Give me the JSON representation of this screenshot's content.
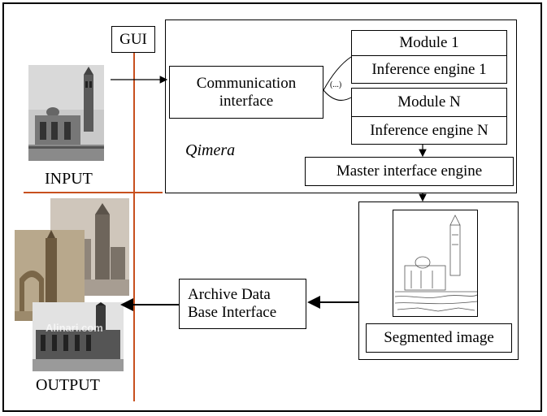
{
  "gui_label": "GUI",
  "input_label": "INPUT",
  "output_label": "OUTPUT",
  "system_name": "Qimera",
  "communication_interface": "Communication interface",
  "module_1": "Module 1",
  "inference_engine_1": "Inference engine 1",
  "ellipsis": "(...)",
  "module_n": "Module N",
  "inference_engine_n": "Inference engine N",
  "master_interface_engine": "Master interface engine",
  "segmented_image": "Segmented image",
  "archive_interface": "Archive Data Base Interface",
  "watermark": "Alinari.com",
  "colors": {
    "gui_line": "#c8501e",
    "border": "#000000"
  }
}
